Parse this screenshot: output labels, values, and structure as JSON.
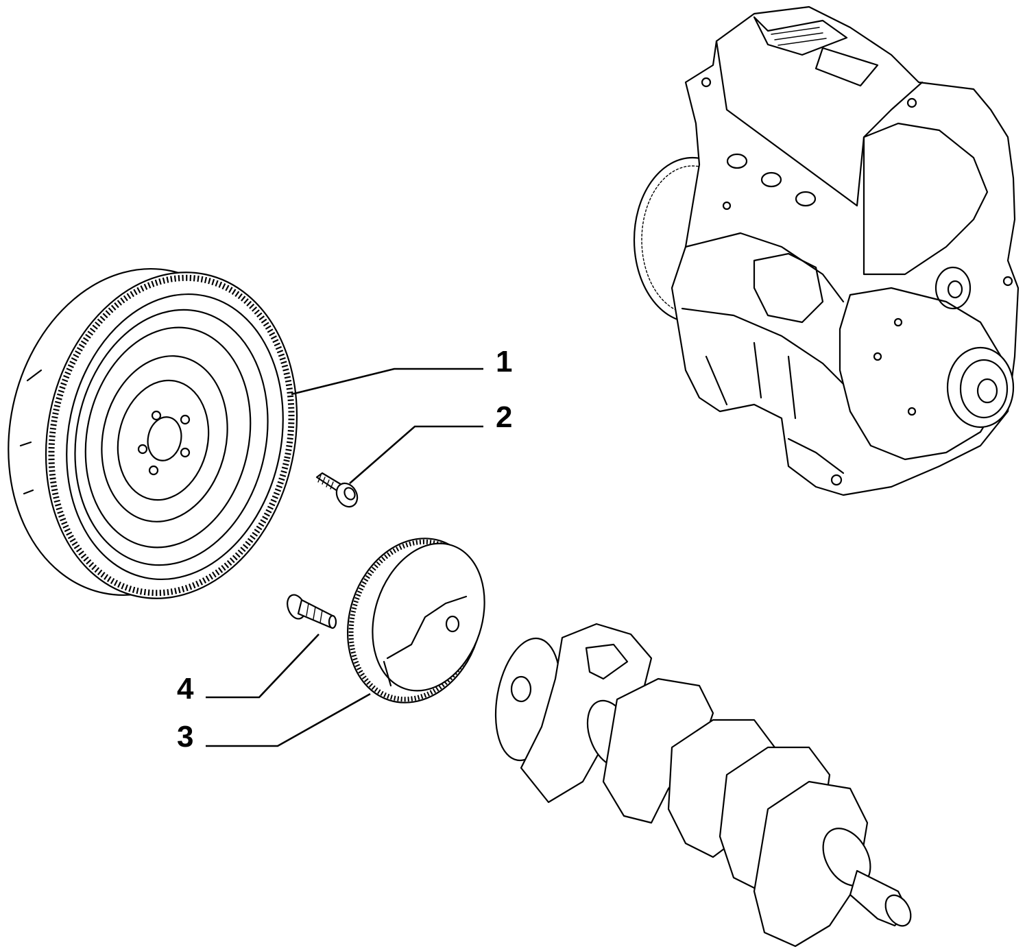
{
  "diagram": {
    "callouts": [
      {
        "id": "1",
        "label": "1"
      },
      {
        "id": "2",
        "label": "2"
      },
      {
        "id": "3",
        "label": "3"
      },
      {
        "id": "4",
        "label": "4"
      }
    ],
    "colors": {
      "ink": "#000000",
      "paper": "#ffffff"
    },
    "icons": [
      "flywheel-icon",
      "bolt-icon",
      "tone-wheel-icon",
      "screw-icon",
      "crankshaft-icon",
      "engine-block-icon"
    ]
  }
}
